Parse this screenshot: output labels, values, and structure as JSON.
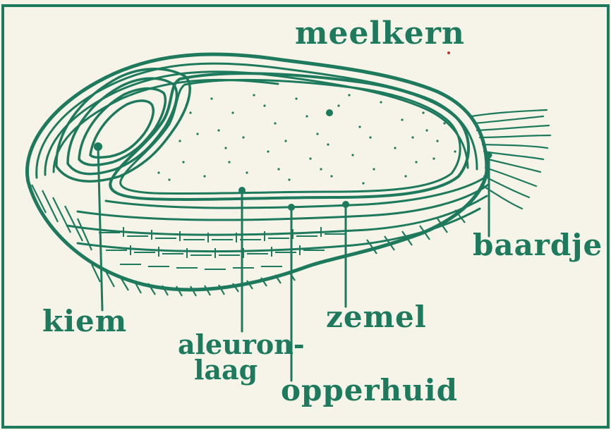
{
  "diagram": {
    "ink_color": "#1d7a5c",
    "paper_color": "#f6f3e9",
    "labels": {
      "meelkern": "meelkern",
      "kiem": "kiem",
      "aleuronlaag_line1": "aleuron-",
      "aleuronlaag_line2": "laag",
      "opperhuid": "opperhuid",
      "zemel": "zemel",
      "baardje": "baardje"
    }
  }
}
